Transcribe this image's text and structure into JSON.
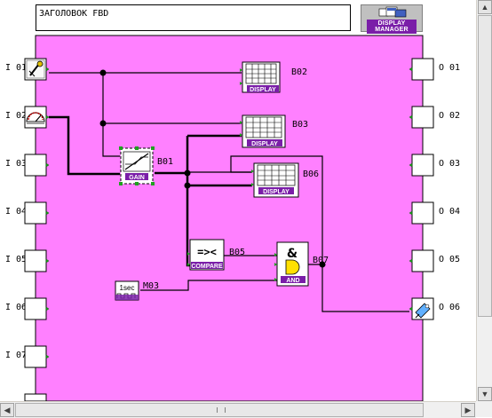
{
  "title": "ЗАГОЛОВОК FBD",
  "display_manager": {
    "line1": "DISPLAY",
    "line2": "MANAGER"
  },
  "inputs": [
    "I 01",
    "I 02",
    "I 03",
    "I 04",
    "I 05",
    "I 06",
    "I 07"
  ],
  "outputs": [
    "O 01",
    "O 02",
    "O 03",
    "O 04",
    "O 05",
    "O 06"
  ],
  "blocks": {
    "b02": {
      "id": "B02",
      "label": "DISPLAY"
    },
    "b03": {
      "id": "B03",
      "label": "DISPLAY"
    },
    "b06": {
      "id": "B06",
      "label": "DISPLAY"
    },
    "b01": {
      "id": "B01",
      "label": "GAIN"
    },
    "b05": {
      "id": "B05",
      "label": "COMPARE",
      "symbol": "=><"
    },
    "b07": {
      "id": "B07",
      "label": "AND",
      "symbol": "&"
    },
    "m03": {
      "id": "M03",
      "label": "1sec"
    }
  },
  "colors": {
    "canvas": "#ff80ff",
    "block_label_bg": "#7a1ea8",
    "wire": "#000000"
  },
  "icons": [
    "key-switch-icon",
    "gauge-icon",
    "lamp-icon",
    "display-manager-icon"
  ]
}
